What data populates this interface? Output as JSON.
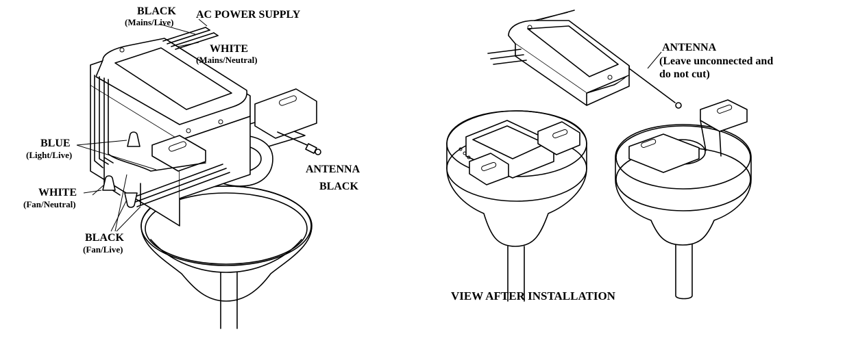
{
  "labels": {
    "black_mains": "BLACK",
    "black_mains_sub": "(Mains/Live)",
    "ac_power": "AC POWER SUPPLY",
    "white_mains": "WHITE",
    "white_mains_sub": "(Mains/Neutral)",
    "blue": "BLUE",
    "blue_sub": "(Light/Live)",
    "white_fan": "WHITE",
    "white_fan_sub": "(Fan/Neutral)",
    "black_fan": "BLACK",
    "black_fan_sub": "(Fan/Live)",
    "antenna_black_1": "ANTENNA",
    "antenna_black_2": "BLACK",
    "antenna_right": "ANTENNA",
    "antenna_right_note_1": "(Leave unconnected and",
    "antenna_right_note_2": "do not cut)",
    "view_after": "VIEW AFTER INSTALLATION"
  }
}
